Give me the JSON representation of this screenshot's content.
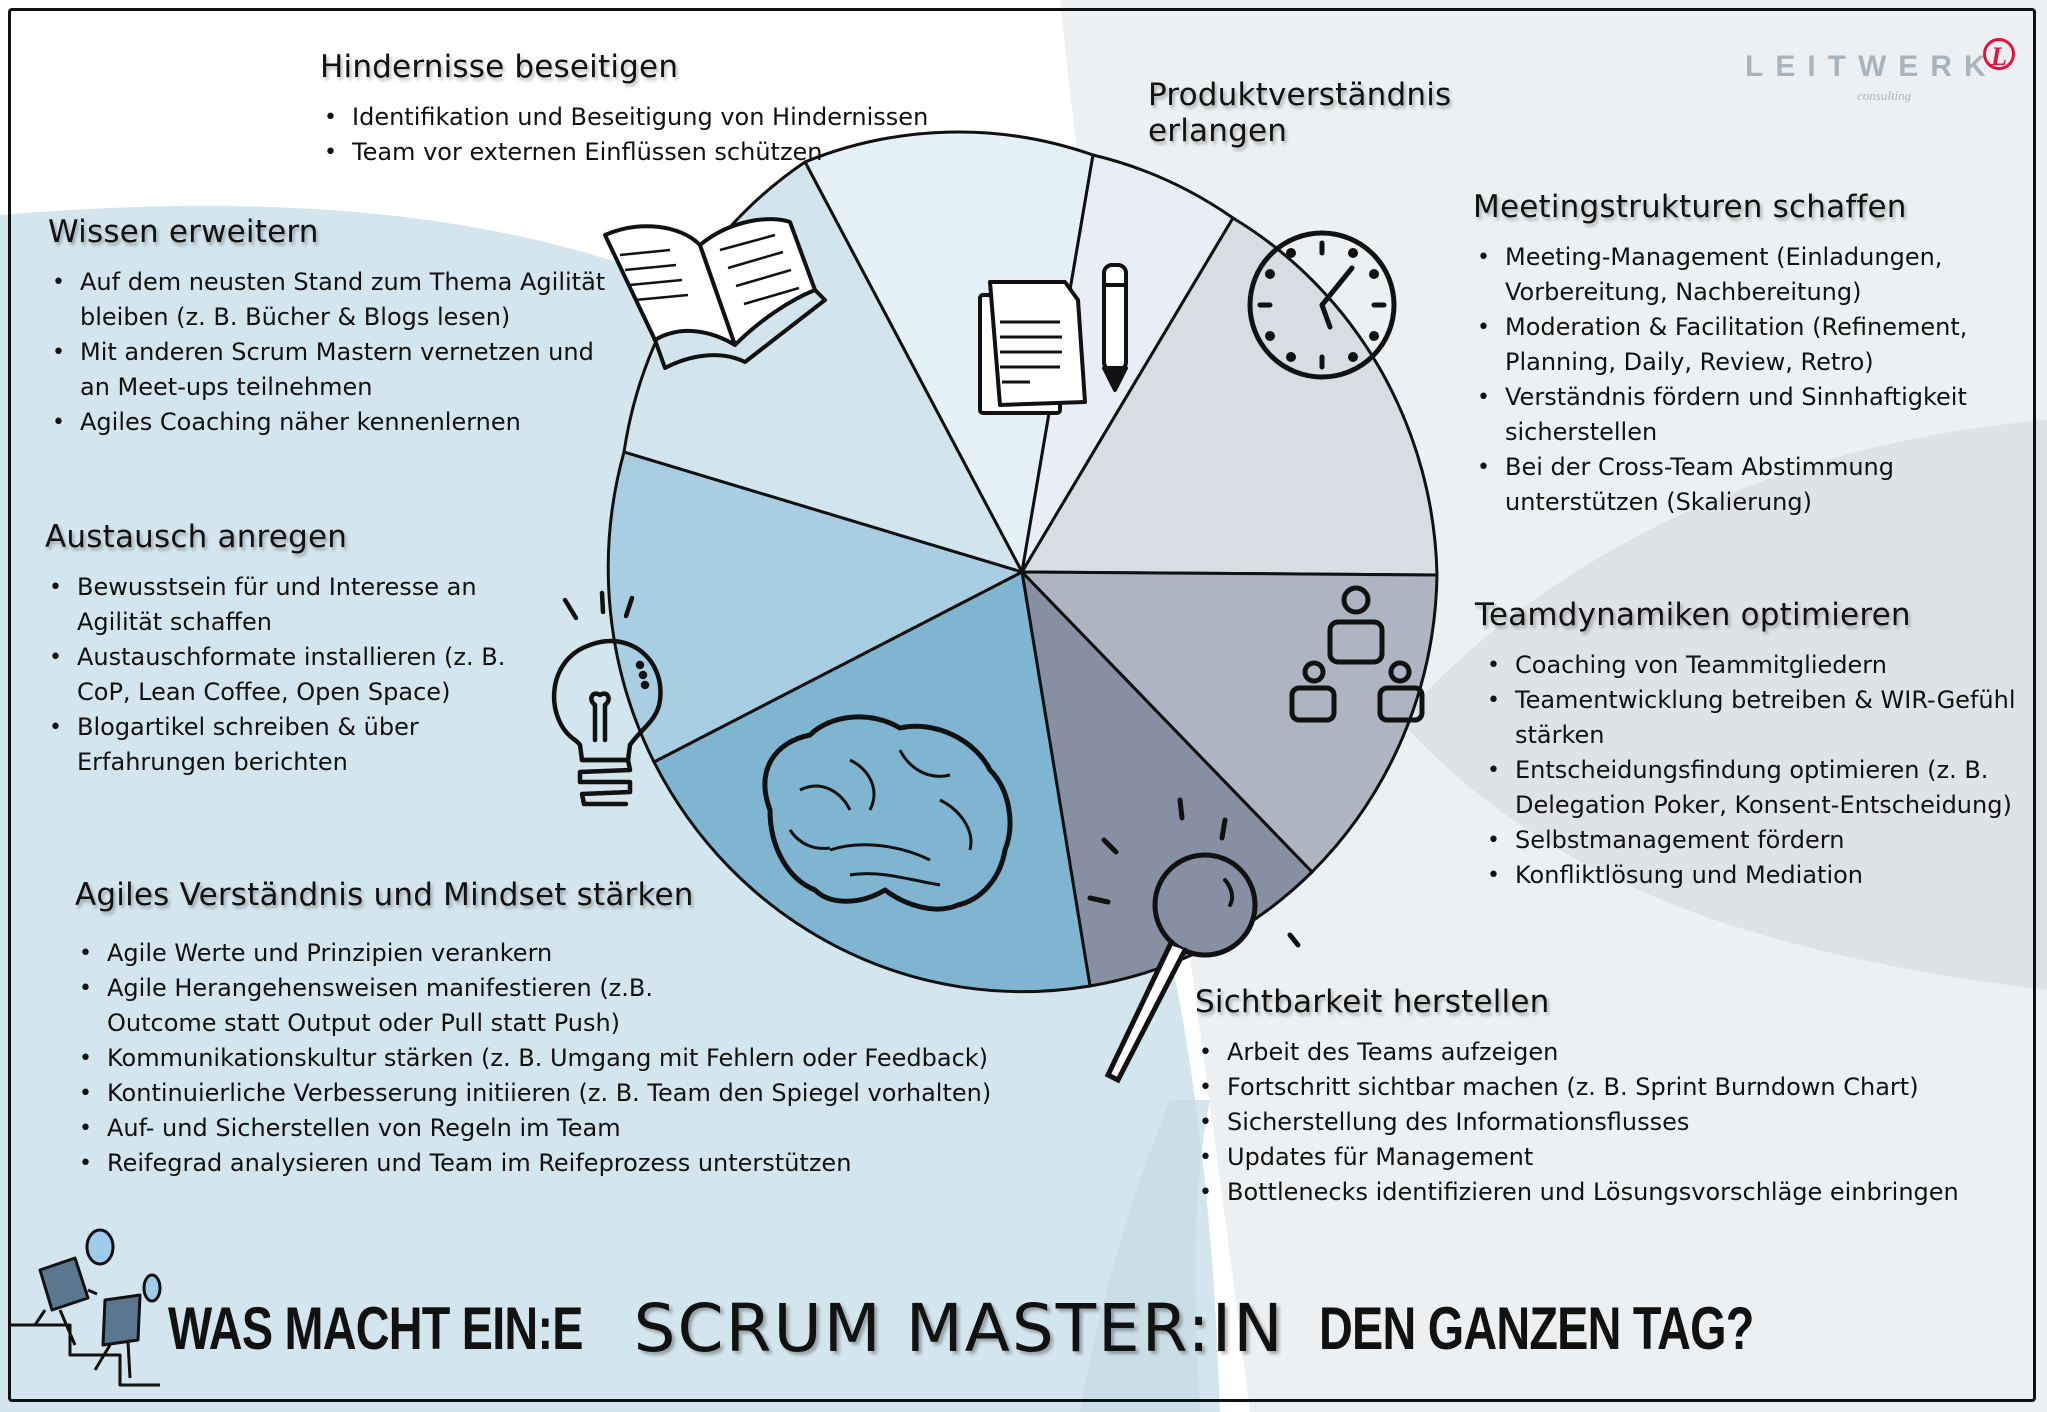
{
  "brand": {
    "name": "LEITWERK",
    "tagline": "consulting",
    "mark": "L",
    "accent_color": "#e8103a"
  },
  "title": {
    "part1": "WAS MACHT EIN:E",
    "part2": "SCRUM MASTER:IN",
    "part3": "DEN GANZEN TAG?"
  },
  "colors": {
    "background_light": "#ecf0f2",
    "background_white": "#ffffff",
    "background_blue": "#d3e5ee",
    "background_grey": "#dfe2e6"
  },
  "sections": {
    "hindernisse": {
      "heading": "Hindernisse beseitigen",
      "items": [
        "Identifikation und Beseitigung von Hindernissen",
        "Team vor externen Einflüssen schützen"
      ]
    },
    "produkt": {
      "heading_line1": "Produktverständnis",
      "heading_line2": "erlangen"
    },
    "meeting": {
      "heading": "Meetingstrukturen schaffen",
      "items": [
        "Meeting-Management (Einladungen, Vorbereitung, Nachbereitung)",
        "Moderation & Facilitation (Refinement, Planning, Daily, Review, Retro)",
        "Verständnis fördern und Sinnhaftigkeit sicherstellen",
        "Bei der Cross-Team Abstimmung unterstützen (Skalierung)"
      ]
    },
    "teamdynamik": {
      "heading": "Teamdynamiken optimieren",
      "items": [
        "Coaching von Teammitgliedern",
        "Teamentwicklung betreiben & WIR-Gefühl stärken",
        "Entscheidungsfindung optimieren (z. B. Delegation Poker, Konsent-Entscheidung)",
        "Selbstmanagement fördern",
        "Konfliktlösung und Mediation"
      ]
    },
    "sichtbarkeit": {
      "heading": "Sichtbarkeit herstellen",
      "items": [
        "Arbeit des Teams aufzeigen",
        "Fortschritt sichtbar machen (z. B. Sprint Burndown Chart)",
        "Sicherstellung des Informationsflusses",
        "Updates für Management",
        "Bottlenecks identifizieren und Lösungsvorschläge einbringen"
      ]
    },
    "agile": {
      "heading": "Agiles Verständnis und Mindset stärken",
      "items": [
        "Agile Werte und Prinzipien verankern",
        "Agile Herangehensweisen manifestieren (z.B. Outcome statt Output oder Pull statt Push)",
        "Kommunikationskultur stärken (z. B. Umgang mit Fehlern oder Feedback)",
        "Kontinuierliche Verbesserung initiieren (z. B. Team den Spiegel vorhalten)",
        "Auf- und Sicherstellen von Regeln im Team",
        "Reifegrad analysieren und Team im Reifeprozess unterstützen"
      ]
    },
    "austausch": {
      "heading": "Austausch anregen",
      "items": [
        "Bewusstsein für und Interesse an Agilität schaffen",
        "Austauschformate installieren (z. B. CoP, Lean Coffee, Open Space)",
        "Blogartikel schreiben & über Erfahrungen berichten"
      ]
    },
    "wissen": {
      "heading": "Wissen erweitern",
      "items": [
        "Auf dem neusten Stand zum Thema Agilität bleiben (z. B. Bücher & Blogs lesen)",
        "Mit anderen Scrum Mastern vernetzen und an Meet-ups teilnehmen",
        "Agiles Coaching näher kennenlernen"
      ]
    }
  },
  "wheel": {
    "segments": [
      {
        "name": "Hindernisse beseitigen",
        "icon": "document-icon",
        "color": "#e4f1f8"
      },
      {
        "name": "Produktverständnis erlangen",
        "icon": "pencil-icon",
        "color": "#e9eef6"
      },
      {
        "name": "Meetingstrukturen schaffen",
        "icon": "clock-icon",
        "color": "#d8dce3"
      },
      {
        "name": "Teamdynamiken optimieren",
        "icon": "team-icon",
        "color": "#aeb4c1"
      },
      {
        "name": "Sichtbarkeit herstellen",
        "icon": "magnifier-icon",
        "color": "#8790a3"
      },
      {
        "name": "Agiles Verständnis und Mindset stärken",
        "icon": "brain-icon",
        "color": "#7fb5d1"
      },
      {
        "name": "Austausch anregen",
        "icon": "lightbulb-icon",
        "color": "#a9cee1"
      },
      {
        "name": "Wissen erweitern",
        "icon": "book-icon",
        "color": "#d2e5ee"
      }
    ]
  }
}
